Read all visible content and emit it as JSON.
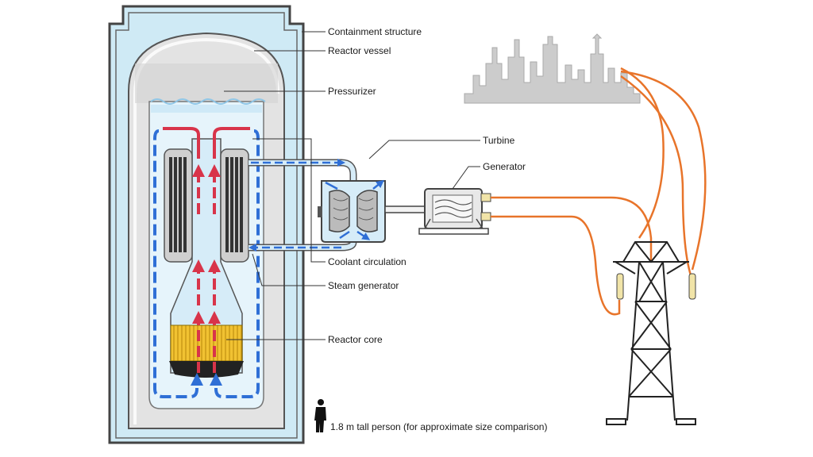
{
  "labels": {
    "containment": "Containment structure",
    "vessel": "Reactor vessel",
    "pressurizer": "Pressurizer",
    "turbine": "Turbine",
    "generator": "Generator",
    "coolant": "Coolant circulation",
    "steam_gen": "Steam generator",
    "core": "Reactor core",
    "person": "1.8 m tall person (for approximate size comparison)"
  },
  "icons": [
    "city-skyline-icon",
    "person-icon",
    "pylon-icon",
    "turbine-icon",
    "generator-icon"
  ],
  "colors": {
    "containment_fill": "#cfeaf5",
    "vessel_fill": "#e6e6e6",
    "water": "#e2f3fb",
    "hot_flow": "#d8344a",
    "cold_flow": "#2f6fd6",
    "core": "#f1c232",
    "power_line": "#e8742a",
    "city": "#c9c9c9"
  }
}
